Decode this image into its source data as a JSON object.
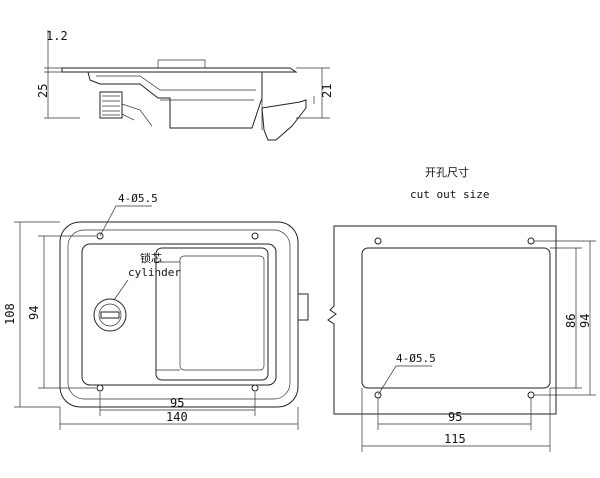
{
  "side_view": {
    "dim_thickness": "1.2",
    "dim_height": "25",
    "dim_depth": "21"
  },
  "front_view": {
    "hole_label": "4-Ø5.5",
    "cylinder_cn": "锁芯",
    "cylinder_en": "cylinder",
    "dim_height": "108",
    "dim_inner_height": "94",
    "dim_inner_width": "95",
    "dim_width": "140"
  },
  "cutout_view": {
    "title_cn": "开孔尺寸",
    "title_en": "cut out size",
    "hole_label": "4-Ø5.5",
    "dim_inner_height": "86",
    "dim_height": "94",
    "dim_inner_width": "95",
    "dim_width": "115"
  }
}
